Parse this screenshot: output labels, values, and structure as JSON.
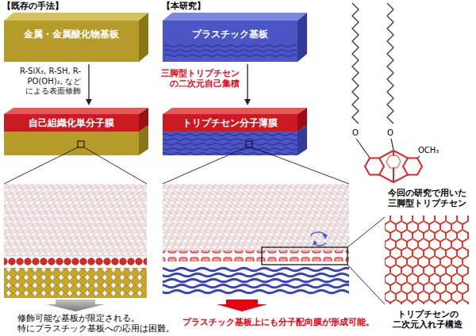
{
  "diagram": {
    "nodes": [
      {
        "text": [
          "金属・金属酸化物基板"
        ]
      },
      {
        "text": [
          "自己組織化単分子膜"
        ]
      },
      {
        "text": [
          "プラスチック基板"
        ]
      },
      {
        "text": [
          "トリプチセン分子薄膜"
        ]
      }
    ],
    "edges": [
      {
        "from": 0,
        "to": 1,
        "arrow": "to",
        "label": "R-SiX₃, R-SH, R-PO(OH)₂, など による表面修飾"
      },
      {
        "from": 2,
        "to": 3,
        "arrow": "to",
        "label": "三脚型トリプチセン の二次元自己集積"
      }
    ],
    "labels": [
      "【既存の手法】",
      "【本研究】",
      "修飾可能な基板が限定される。 特にプラスチック基板への応用は困難。",
      "プラスチック基板上にも分子配向膜が形成可能。",
      "O",
      "O",
      "OCH₃",
      "今回の研究で用いた 三脚型トリプチセン",
      "トリプチセンの 二次元入れ子構造"
    ]
  }
}
